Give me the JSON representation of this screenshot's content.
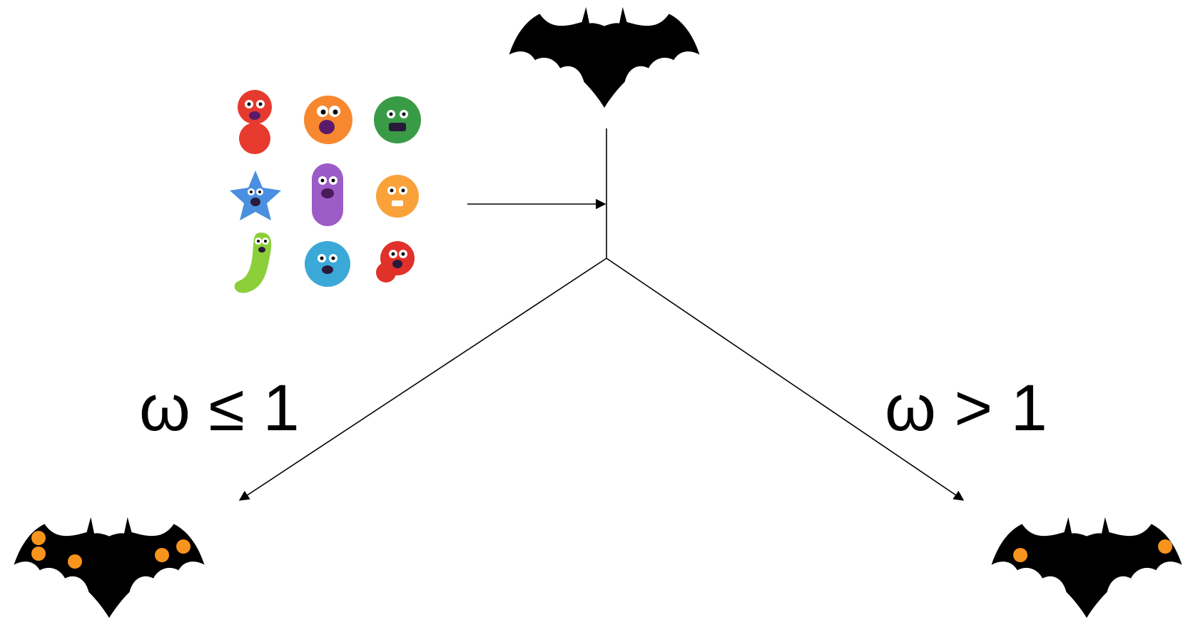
{
  "labels": {
    "left_branch": "ω ≤ 1",
    "right_branch": "ω > 1"
  },
  "nodes": {
    "top_bat": {
      "icon": "bat-icon",
      "color": "#000000"
    },
    "microbes": {
      "icon": "microbes-icon",
      "colors": [
        "#e63a2e",
        "#f7882f",
        "#3a9b46",
        "#4a8fe0",
        "#9b5cc7",
        "#f9a23a",
        "#8ccf3a",
        "#3aa9d8",
        "#e0312a"
      ]
    },
    "left_bat": {
      "icon": "bat-icon",
      "color": "#000000",
      "spot_color": "#f7941d",
      "spots": 5
    },
    "right_bat": {
      "icon": "bat-icon",
      "color": "#000000",
      "spot_color": "#f7941d",
      "spots": 2
    }
  }
}
